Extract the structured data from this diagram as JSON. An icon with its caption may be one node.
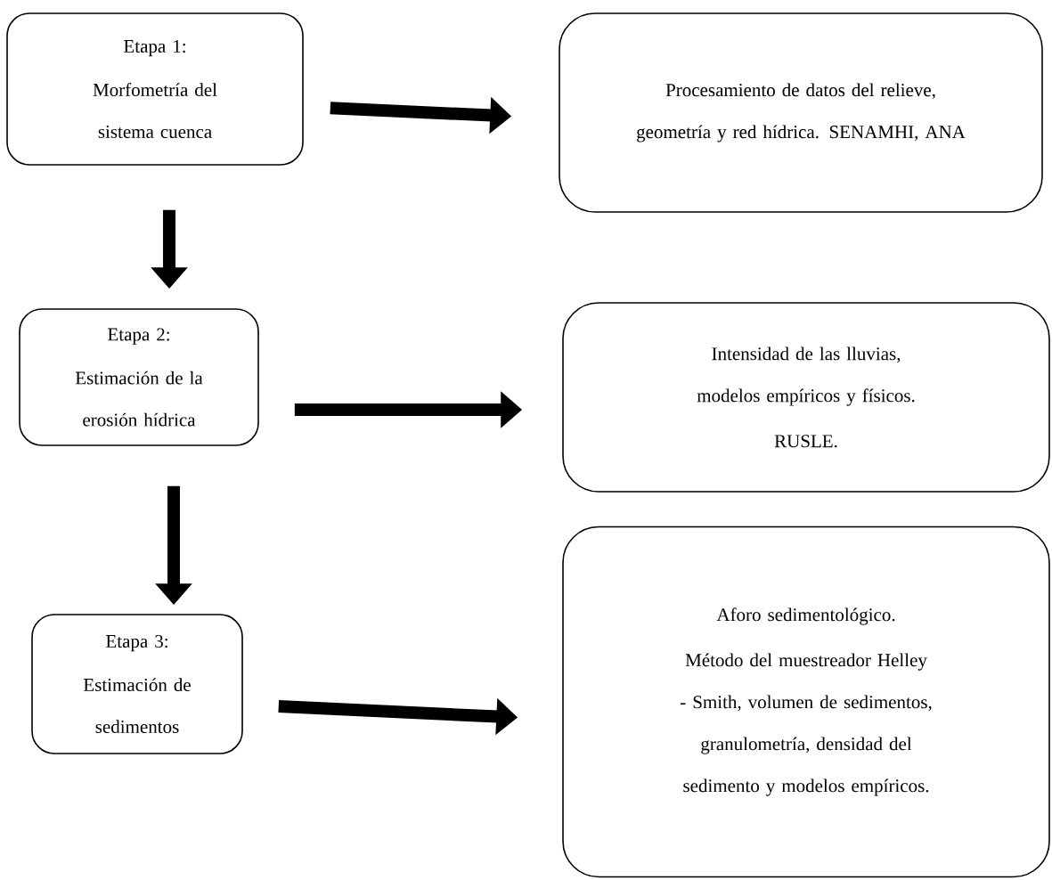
{
  "diagram": {
    "nodes": [
      {
        "text": [
          "Etapa 1:",
          "Morfometría del sistema cuenca"
        ]
      },
      {
        "text": [
          "Procesamiento de datos del relieve, geometría y red hídrica. SENAMHI, ANA"
        ]
      },
      {
        "text": [
          "Etapa 2:",
          "Estimación de la erosión hídrica"
        ]
      },
      {
        "text": [
          "Intensidad de las lluvias, modelos empíricos y físicos.",
          "RUSLE."
        ]
      },
      {
        "text": [
          "Etapa 3:",
          "Estimación de sedimentos"
        ]
      },
      {
        "text": [
          "Aforo sedimentológico.",
          "Método del muestreador Helley - Smith, volumen de sedimentos, granulometría, densidad del sedimento y modelos empíricos."
        ]
      }
    ],
    "edges": [
      {
        "from": 0,
        "to": 1,
        "arrow": "to"
      },
      {
        "from": 0,
        "to": 2,
        "arrow": "to"
      },
      {
        "from": 2,
        "to": 3,
        "arrow": "to"
      },
      {
        "from": 2,
        "to": 4,
        "arrow": "to"
      },
      {
        "from": 4,
        "to": 5,
        "arrow": "to"
      }
    ]
  }
}
